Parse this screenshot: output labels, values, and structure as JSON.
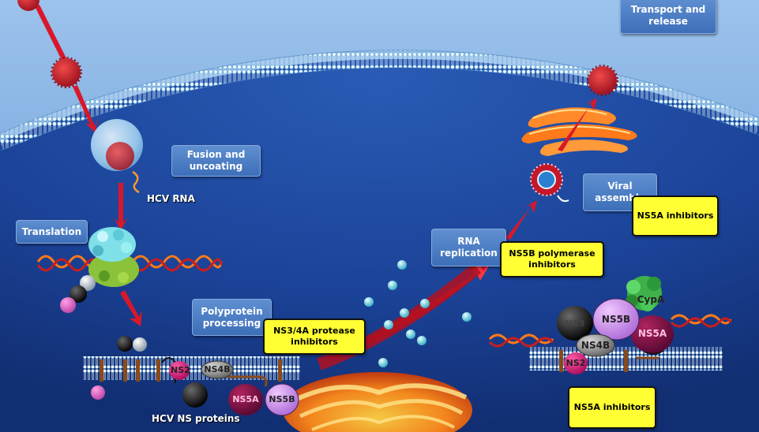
{
  "stages": {
    "transport_release": "Transport and release",
    "fusion_uncoating": "Fusion and uncoating",
    "translation": "Translation",
    "polyprotein_processing": "Polyprotein processing",
    "rna_replication": "RNA replication",
    "viral_assembly": "Viral assembly"
  },
  "drugs": {
    "ns5a_top": "NS5A inhibitors",
    "ns5b_polymerase": "NS5B polymerase inhibitors",
    "ns34a_protease": "NS3/4A protease inhibitors",
    "ns5a_bottom": "NS5A inhibitors"
  },
  "labels": {
    "hcv_rna": "HCV RNA",
    "hcv_ns_proteins": "HCV NS proteins"
  },
  "proteins_left": {
    "ns2": "NS2",
    "ns4b": "NS4B",
    "ns5a": "NS5A",
    "ns5b": "NS5B"
  },
  "proteins_right": {
    "ns3": "NS3",
    "ns5b": "NS5B",
    "cypa": "CypA",
    "ns4b": "NS4B",
    "ns5a": "NS5A",
    "ns2": "NS2"
  },
  "colors": {
    "cytoplasm": "#1a3f8f",
    "extracellular": "#6f9fd5",
    "virion": "#c4182a",
    "label_box": "#4a7cc3",
    "drug_box": "#ffff33",
    "arrow": "#d8182a"
  }
}
